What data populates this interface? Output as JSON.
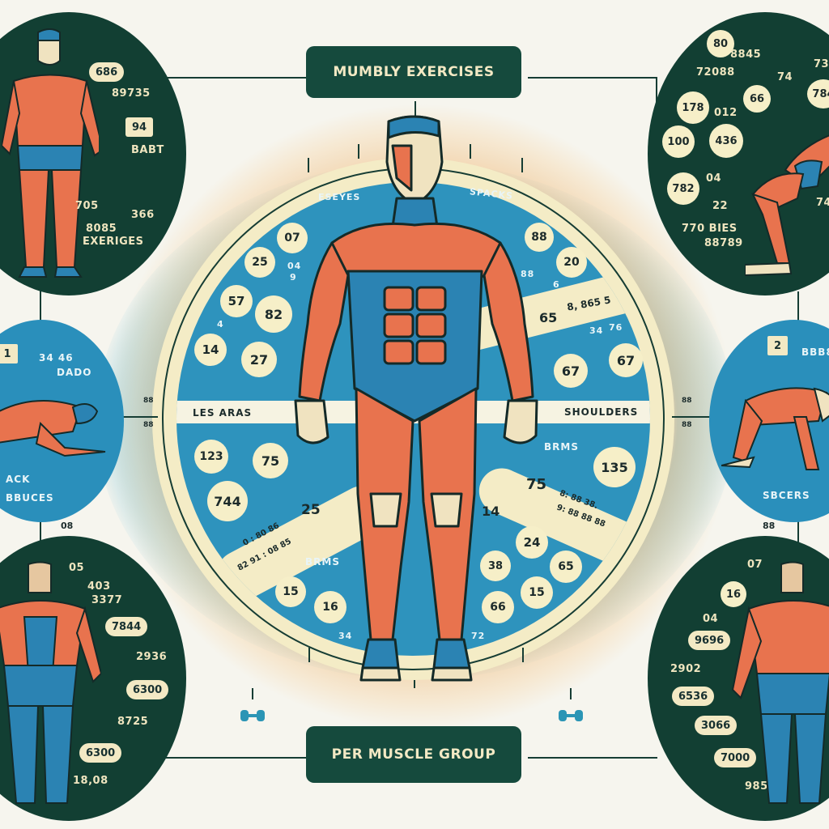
{
  "title_top": "MUMBLY EXERCISES",
  "title_bottom": "PER MUSCLE GROUP",
  "colors": {
    "dark_green": "#154a3d",
    "teal_blue": "#2e93bd",
    "cream": "#f6efc8",
    "muscle_orange": "#e8734e",
    "background": "#f6f5ee"
  },
  "main_circle": {
    "labels": {
      "top_left": "ESEYES",
      "top_right": "SPACKS",
      "mid_left": "LES ARAS",
      "mid_right": "SHOULDERS",
      "lower_left": "BRMS",
      "lower_right": "BRMS"
    },
    "upper_left_bubbles": [
      "07",
      "25",
      "57",
      "82",
      "14",
      "27"
    ],
    "upper_left_small": [
      "04",
      "9",
      "4"
    ],
    "upper_right_bubbles": [
      "88",
      "20",
      "67",
      "67"
    ],
    "upper_right_small": [
      "88",
      "6",
      "34",
      "76"
    ],
    "upper_right_band": {
      "big": "65",
      "small": "8, 865 5"
    },
    "lower_left_bubbles": [
      "123",
      "75",
      "744",
      "15",
      "16"
    ],
    "lower_left_band": {
      "big": "25",
      "small_1": "0 : 80 86",
      "small_2": "82 91 : 08 85"
    },
    "lower_right_bubbles": [
      "135",
      "24",
      "65",
      "38",
      "15",
      "66"
    ],
    "lower_right_band": {
      "big_1": "75",
      "big_2": "14",
      "small_1": "8: 88 38.",
      "small_2": "9: 88 88 88"
    },
    "bottom_small": [
      "34",
      "72"
    ]
  },
  "side_circles": {
    "top_left": {
      "pills": [
        "686",
        "94"
      ],
      "texts": [
        "89735",
        "BABT",
        "705",
        "366",
        "8085",
        "EXERIGES"
      ]
    },
    "top_right": {
      "bubbles": [
        "80",
        "66",
        "784",
        "178",
        "100",
        "436",
        "782"
      ],
      "texts": [
        "8845",
        "72088",
        "74",
        "73",
        "012",
        "04",
        "22",
        "770 BIES",
        "88789",
        "74"
      ]
    },
    "mid_left": {
      "badge": "1",
      "texts": [
        "34 46",
        "DADO",
        "ACK",
        "BBUCES"
      ],
      "below": "08"
    },
    "mid_right": {
      "badge": "2",
      "texts": [
        "BBB8",
        "SBCERS"
      ],
      "below": "88"
    },
    "bottom_left": {
      "pills": [
        "7844",
        "6300",
        "6300"
      ],
      "texts": [
        "05",
        "403",
        "3377",
        "2936",
        "8725",
        "18,08"
      ]
    },
    "bottom_right": {
      "bubbles": [
        "16"
      ],
      "pills": [
        "9696",
        "6536",
        "3066",
        "7000"
      ],
      "texts": [
        "07",
        "04",
        "2902",
        "985"
      ]
    }
  },
  "connector_marks": {
    "left": [
      "88",
      "88"
    ],
    "right": [
      "88",
      "88"
    ]
  }
}
